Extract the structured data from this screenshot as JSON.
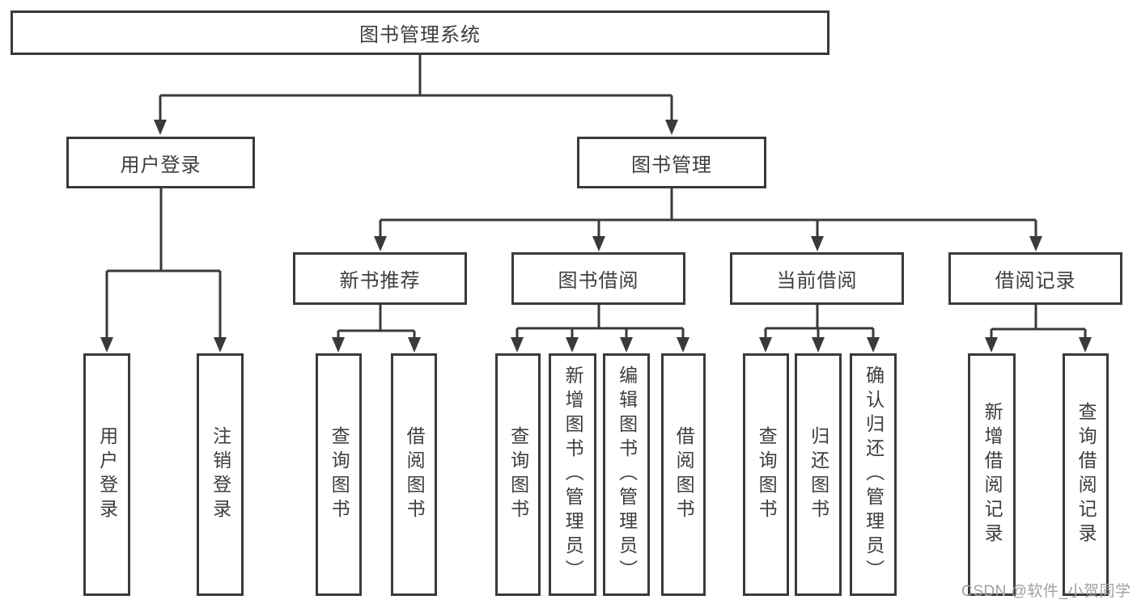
{
  "diagram": {
    "title": "图书管理系统",
    "branches": {
      "user_login": {
        "label": "用户登录",
        "children": [
          "用户登录",
          "注销登录"
        ]
      },
      "book_management": {
        "label": "图书管理",
        "children": {
          "new_book_recommend": {
            "label": "新书推荐",
            "children": [
              "查询图书",
              "借阅图书"
            ]
          },
          "book_borrowing": {
            "label": "图书借阅",
            "children": [
              "查询图书",
              "新增图书（管理员）",
              "编辑图书（管理员）",
              "借阅图书"
            ]
          },
          "current_borrowing": {
            "label": "当前借阅",
            "children": [
              "查询图书",
              "归还图书",
              "确认归还（管理员）"
            ]
          },
          "borrow_records": {
            "label": "借阅记录",
            "children": [
              "新增借阅记录",
              "查询借阅记录"
            ]
          }
        }
      }
    }
  },
  "watermark": "CSDN @软件_小贺同学",
  "colors": {
    "line": "#3a3a3a",
    "text": "#3d3d42",
    "background": "#ffffff",
    "watermark": "#9fa0a5"
  }
}
